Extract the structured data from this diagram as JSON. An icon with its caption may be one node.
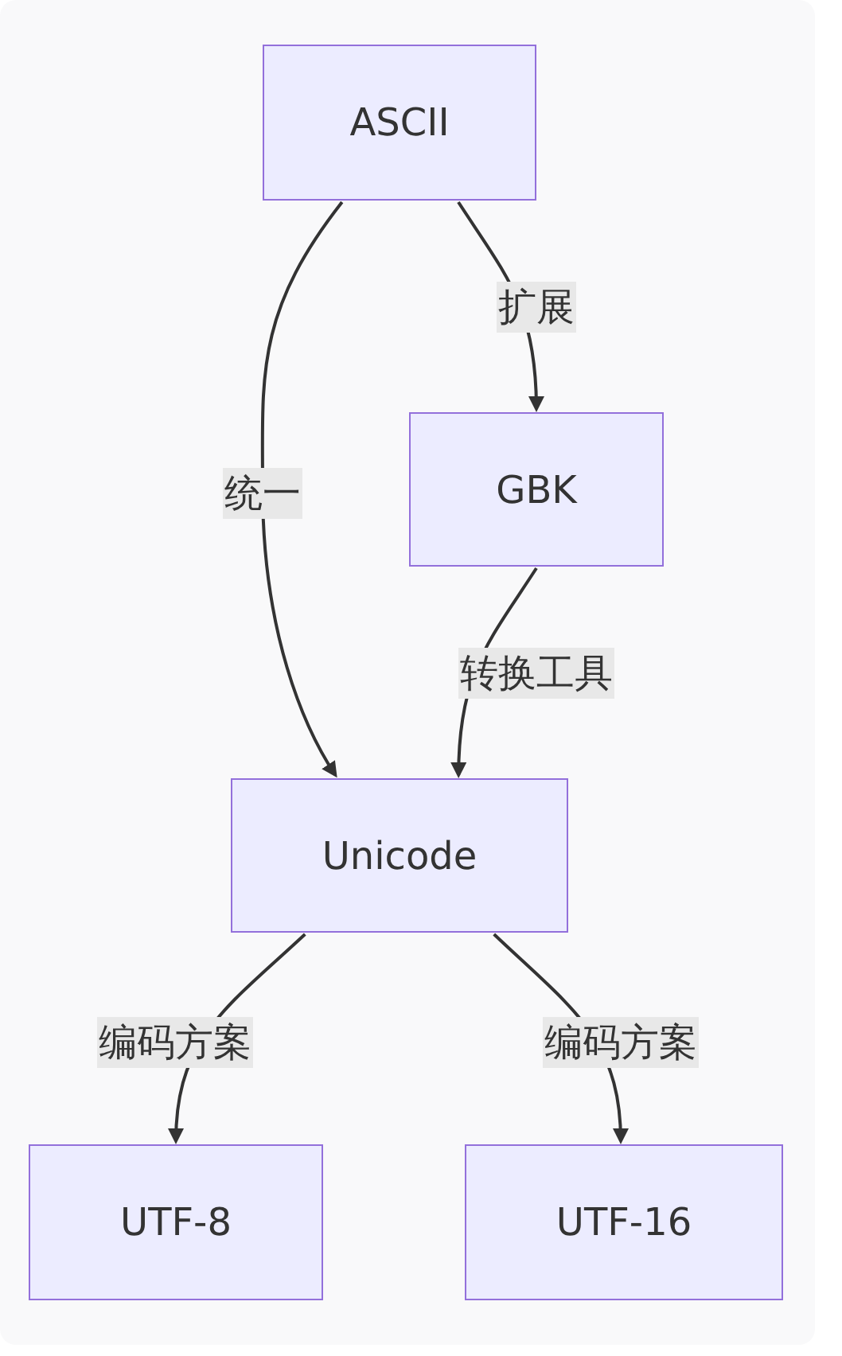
{
  "diagram": {
    "nodes": [
      {
        "text": [
          "ASCII"
        ]
      },
      {
        "text": [
          "GBK"
        ]
      },
      {
        "text": [
          "Unicode"
        ]
      },
      {
        "text": [
          "UTF-8"
        ]
      },
      {
        "text": [
          "UTF-16"
        ]
      }
    ],
    "edges": [
      {
        "from": 0,
        "to": 1,
        "arrow": "to",
        "label": "扩展"
      },
      {
        "from": 0,
        "to": 2,
        "arrow": "to",
        "label": "统一"
      },
      {
        "from": 1,
        "to": 2,
        "arrow": "to",
        "label": "转换工具"
      },
      {
        "from": 2,
        "to": 3,
        "arrow": "to",
        "label": "编码方案"
      },
      {
        "from": 2,
        "to": 4,
        "arrow": "to",
        "label": "编码方案"
      }
    ]
  }
}
